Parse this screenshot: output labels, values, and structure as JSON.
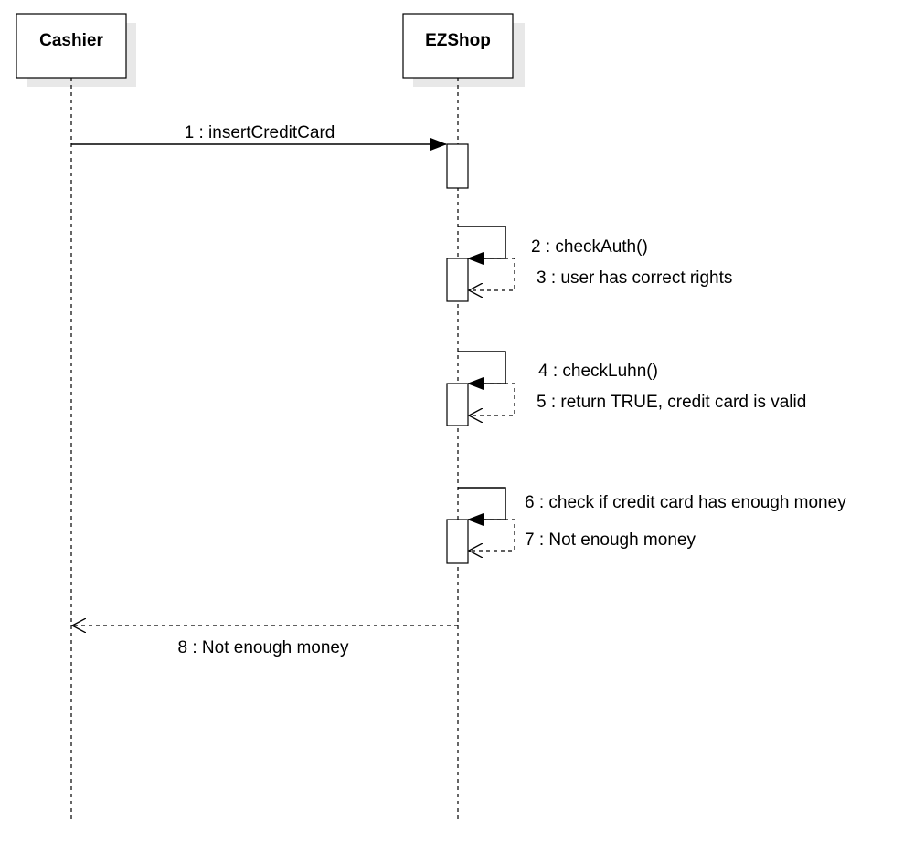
{
  "participants": [
    {
      "id": "cashier",
      "label": "Cashier"
    },
    {
      "id": "ezshop",
      "label": "EZShop"
    }
  ],
  "messages": [
    {
      "id": "m1",
      "label": "1 : insertCreditCard",
      "kind": "call",
      "from": "cashier",
      "to": "ezshop"
    },
    {
      "id": "m2",
      "label": "2 : checkAuth()",
      "kind": "self-call",
      "from": "ezshop",
      "to": "ezshop"
    },
    {
      "id": "m3",
      "label": "3 : user has correct rights",
      "kind": "return",
      "from": "ezshop",
      "to": "ezshop"
    },
    {
      "id": "m4",
      "label": "4 : checkLuhn()",
      "kind": "self-call",
      "from": "ezshop",
      "to": "ezshop"
    },
    {
      "id": "m5",
      "label": "5 : return TRUE, credit card is valid",
      "kind": "return",
      "from": "ezshop",
      "to": "ezshop"
    },
    {
      "id": "m6",
      "label": "6 : check if credit card has enough money",
      "kind": "self-call",
      "from": "ezshop",
      "to": "ezshop"
    },
    {
      "id": "m7",
      "label": "7 : Not enough money",
      "kind": "return",
      "from": "ezshop",
      "to": "ezshop"
    },
    {
      "id": "m8",
      "label": "8 : Not enough money",
      "kind": "return",
      "from": "ezshop",
      "to": "cashier"
    }
  ]
}
